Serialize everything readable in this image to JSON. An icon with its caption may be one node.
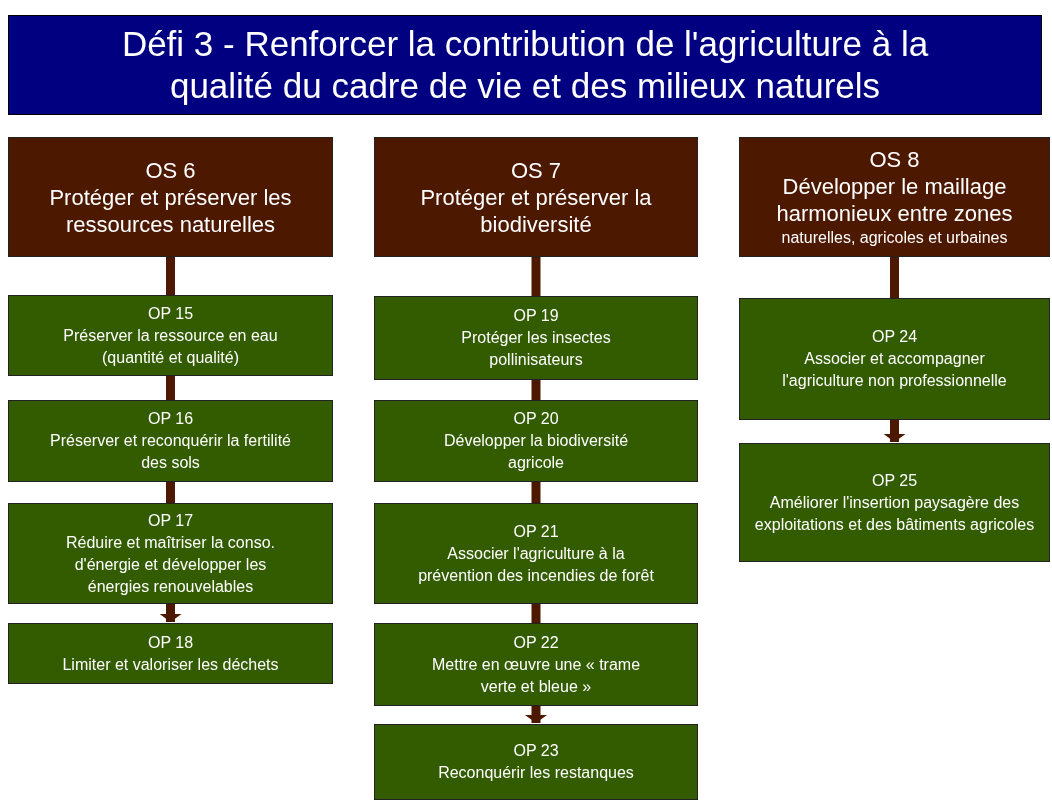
{
  "diagram": {
    "title": "Défi 3 - Renforcer la contribution de l'agriculture à la qualité du cadre de vie et des milieux naturels",
    "nodes": [
      {
        "text": [
          "OS 6",
          "Protéger et préserver les ressources naturelles"
        ]
      },
      {
        "text": [
          "OP 15",
          "Préserver la ressource en eau (quantité et qualité)"
        ]
      },
      {
        "text": [
          "OP 16",
          "Préserver et reconquérir la fertilité des sols"
        ]
      },
      {
        "text": [
          "OP 17",
          "Réduire et maîtriser la conso. d'énergie et développer les énergies renouvelables"
        ]
      },
      {
        "text": [
          "OP 18",
          "Limiter et valoriser les déchets"
        ]
      },
      {
        "text": [
          "OS 7",
          "Protéger et préserver la biodiversité"
        ]
      },
      {
        "text": [
          "OP 19",
          "Protéger les insectes pollinisateurs"
        ]
      },
      {
        "text": [
          "OP 20",
          "Développer la biodiversité agricole"
        ]
      },
      {
        "text": [
          "OP 21",
          "Associer l'agriculture à la prévention des incendies de forêt"
        ]
      },
      {
        "text": [
          "OP 22",
          "Mettre en œuvre une « trame verte et bleue »"
        ]
      },
      {
        "text": [
          "OP 23",
          "Reconquérir les restanques"
        ]
      },
      {
        "text": [
          "OS 8",
          "Développer le maillage harmonieux entre zones",
          "naturelles, agricoles et urbaines"
        ]
      },
      {
        "text": [
          "OP 24",
          "Associer et accompagner l'agriculture non professionnelle"
        ]
      },
      {
        "text": [
          "OP 25",
          "Améliorer l'insertion paysagère des exploitations et des bâtiments agricoles"
        ]
      }
    ],
    "edges": [
      {
        "from": 0,
        "to": 1,
        "arrow": "none"
      },
      {
        "from": 1,
        "to": 2,
        "arrow": "none"
      },
      {
        "from": 2,
        "to": 3,
        "arrow": "none"
      },
      {
        "from": 3,
        "to": 4,
        "arrow": "to"
      },
      {
        "from": 5,
        "to": 6,
        "arrow": "none"
      },
      {
        "from": 6,
        "to": 7,
        "arrow": "none"
      },
      {
        "from": 7,
        "to": 8,
        "arrow": "none"
      },
      {
        "from": 8,
        "to": 9,
        "arrow": "none"
      },
      {
        "from": 9,
        "to": 10,
        "arrow": "to"
      },
      {
        "from": 11,
        "to": 12,
        "arrow": "none"
      },
      {
        "from": 12,
        "to": 13,
        "arrow": "to"
      }
    ]
  }
}
